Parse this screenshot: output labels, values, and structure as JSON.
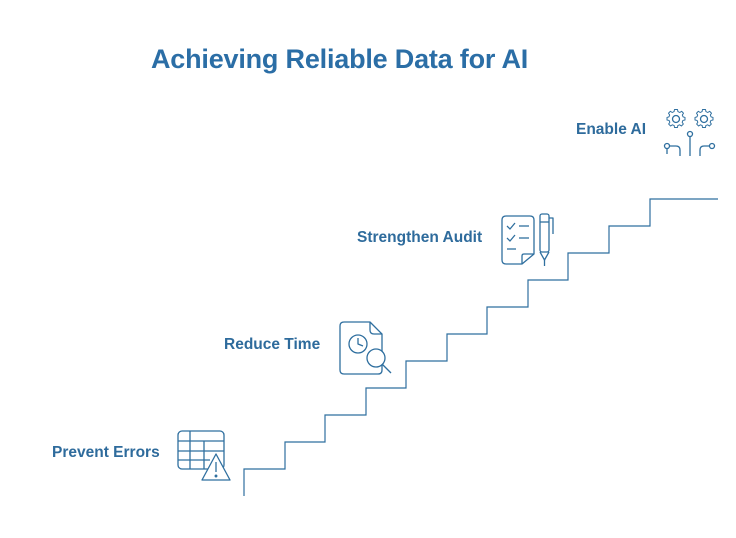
{
  "title": "Achieving Reliable Data for AI",
  "steps": [
    {
      "label": "Prevent Errors",
      "icon": "spreadsheet-warning-icon"
    },
    {
      "label": "Reduce Time",
      "icon": "clock-search-icon"
    },
    {
      "label": "Strengthen Audit",
      "icon": "checklist-pen-icon"
    },
    {
      "label": "Enable AI",
      "icon": "gears-circuit-icon"
    }
  ],
  "colors": {
    "title": "#2b6ea6",
    "label": "#2e6b9c",
    "line": "#2f6f9f"
  }
}
